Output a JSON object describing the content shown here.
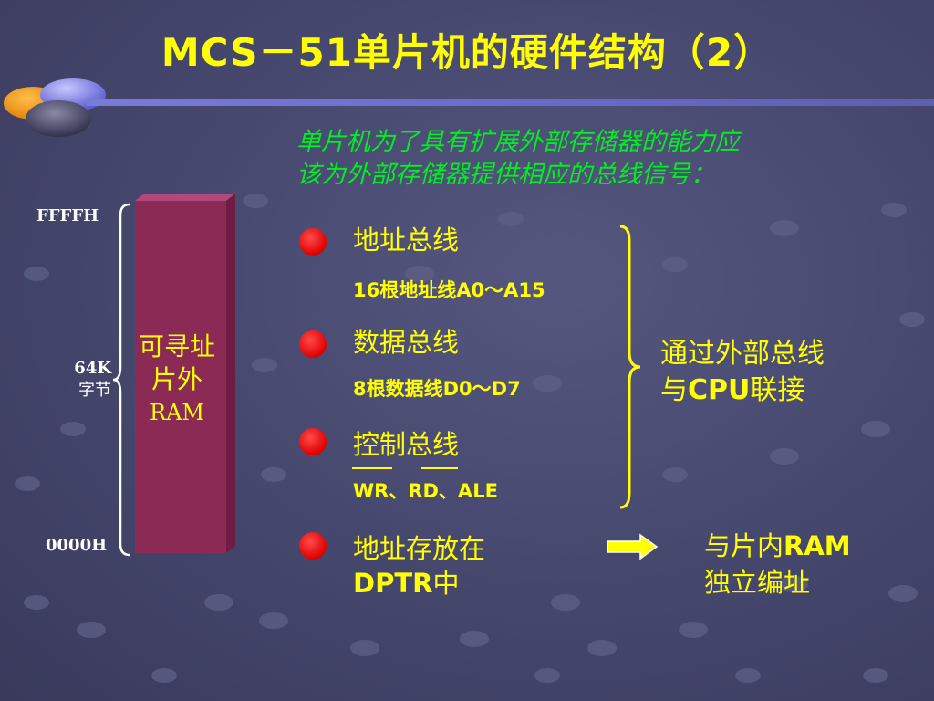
{
  "slide": {
    "title": "MCS－51单片机的硬件结构（2）",
    "intro_line1": "单片机为了具有扩展外部存储器的能力应",
    "intro_line2": "该为外部存储器提供相应的总线信号："
  },
  "memory": {
    "top_address": "FFFFH",
    "bottom_address": "0000H",
    "size_value": "64K",
    "size_unit": "字节",
    "label_line1": "可寻址",
    "label_line2": "片外",
    "label_line3": "RAM"
  },
  "buses": [
    {
      "title": "地址总线",
      "desc": "16根地址线A0～A15"
    },
    {
      "title": "数据总线",
      "desc": "8根数据线D0～D7"
    },
    {
      "title": "控制总线",
      "desc": "WR、RD、ALE"
    }
  ],
  "connection": {
    "line1": "通过外部总线",
    "line2_prefix": "与",
    "line2_bold": "CPU",
    "line2_suffix": "联接"
  },
  "dptr": {
    "line1": "地址存放在",
    "line2_bold": "DPTR",
    "line2_suffix": "中"
  },
  "result": {
    "line1_prefix": "与片内",
    "line1_bold": "RAM",
    "line2": "独立编址"
  },
  "colors": {
    "text_accent": "#ffff00",
    "intro": "#00ee22",
    "bullet": "#e00000",
    "ram_box": "#8a2a55"
  }
}
